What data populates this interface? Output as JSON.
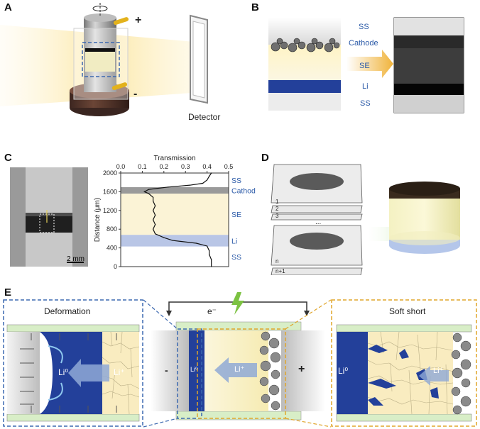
{
  "panels": {
    "a": {
      "letter": "A",
      "plus": "+",
      "minus": "-",
      "detector": "Detector"
    },
    "b": {
      "letter": "B",
      "layers": [
        "SS",
        "Cathode",
        "SE",
        "Li",
        "SS"
      ]
    },
    "c": {
      "letter": "C",
      "scale_bar": "2 mm",
      "layers": [
        "SS",
        "Cathode",
        "SE",
        "Li",
        "SS"
      ]
    },
    "d": {
      "letter": "D",
      "slices": [
        "1",
        "2",
        "3",
        "...",
        "n",
        "n+1"
      ]
    },
    "e": {
      "letter": "E",
      "deformation_title": "Deformation",
      "soft_short_title": "Soft short",
      "electron": "e⁻",
      "li0": "Li⁰",
      "li_plus": "Li⁺",
      "minus": "-",
      "plus": "+"
    }
  },
  "chart_data": {
    "type": "line",
    "title": "Transmission",
    "xlabel": "",
    "ylabel": "Distance (μm)",
    "xlim": [
      0.0,
      0.5
    ],
    "ylim": [
      0,
      2000
    ],
    "xticks": [
      "0.0",
      "0.1",
      "0.2",
      "0.3",
      "0.4",
      "0.5"
    ],
    "yticks": [
      "0",
      "400",
      "800",
      "1200",
      "1600",
      "2000"
    ],
    "series": [
      {
        "x": [
          0.42,
          0.42,
          0.41,
          0.41,
          0.4,
          0.35,
          0.24,
          0.2,
          0.16,
          0.15,
          0.16,
          0.15,
          0.16,
          0.15,
          0.16,
          0.15,
          0.15,
          0.14,
          0.13,
          0.11,
          0.13,
          0.22,
          0.32,
          0.38,
          0.4,
          0.41,
          0.42
        ],
        "y": [
          0,
          150,
          260,
          340,
          440,
          500,
          560,
          620,
          700,
          800,
          900,
          1000,
          1100,
          1200,
          1300,
          1400,
          1480,
          1520,
          1560,
          1600,
          1650,
          1700,
          1740,
          1780,
          1850,
          1930,
          2000
        ]
      }
    ],
    "bands": [
      {
        "label": "SS",
        "from": 0,
        "to": 430,
        "color": "#ffffff"
      },
      {
        "label": "Li",
        "from": 430,
        "to": 680,
        "color": "#b9c6e6"
      },
      {
        "label": "SE",
        "from": 680,
        "to": 1560,
        "color": "#fbf3d6"
      },
      {
        "label": "Cathode",
        "from": 1560,
        "to": 1700,
        "color": "#9a9a9a"
      },
      {
        "label": "SS",
        "from": 1700,
        "to": 2000,
        "color": "#ffffff"
      }
    ]
  },
  "colors": {
    "li_blue": "#23409a",
    "electrolyte_yellow": "#f6efc0",
    "cathode_gray": "#555555",
    "highlight_blue": "#3b68b0",
    "highlight_orange": "#e0a52a",
    "label_blue": "#2b5aa8"
  }
}
